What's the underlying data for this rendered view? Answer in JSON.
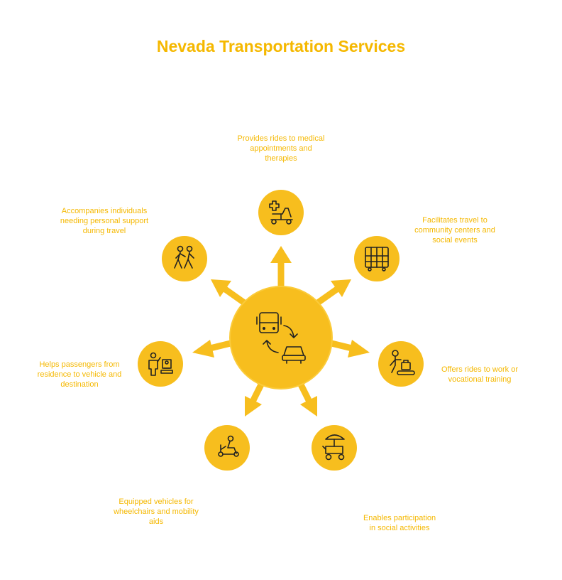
{
  "title": "Nevada Transportation Services",
  "colors": {
    "accent": "#F7BE1E",
    "accent_dark": "#F5B800",
    "text": "#F5B800",
    "icon": "#222222"
  },
  "hub": {
    "icon": "bus-car-transfer-icon"
  },
  "services": [
    {
      "id": "medical",
      "icon": "medical-scooter-icon",
      "text": "Provides rides to medical appointments and therapies"
    },
    {
      "id": "community",
      "icon": "double-decker-bus-icon",
      "text": "Facilitates travel to community centers and social events"
    },
    {
      "id": "work",
      "icon": "worker-conveyor-icon",
      "text": "Offers rides to work or vocational training"
    },
    {
      "id": "social",
      "icon": "food-cart-umbrella-icon",
      "text": "Enables participation in social activities"
    },
    {
      "id": "wheelchair",
      "icon": "mobility-scooter-icon",
      "text": "Equipped vehicles for wheelchairs and mobility aids"
    },
    {
      "id": "door",
      "icon": "passenger-assist-icon",
      "text": "Helps passengers from residence to vehicle and destination"
    },
    {
      "id": "escort",
      "icon": "two-people-walking-icon",
      "text": "Accompanies individuals needing personal support during travel"
    }
  ]
}
